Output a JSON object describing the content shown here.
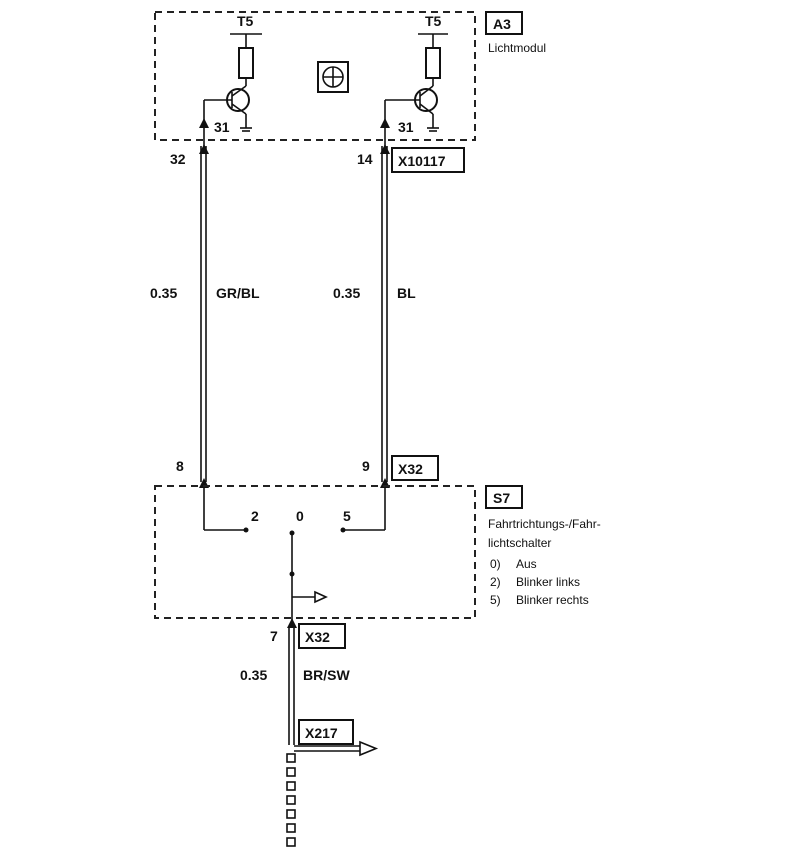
{
  "modules": {
    "a3": {
      "tag": "A3",
      "name": "Lichtmodul"
    },
    "s7": {
      "tag": "S7",
      "name_line1": "Fahrtrichtungs-/Fahr-",
      "name_line2": "lichtschalter",
      "positions": [
        {
          "num": "0)",
          "text": "Aus"
        },
        {
          "num": "2)",
          "text": "Blinker links"
        },
        {
          "num": "5)",
          "text": "Blinker rechts"
        }
      ]
    }
  },
  "connectors": {
    "x10117": "X10117",
    "x32_top": "X32",
    "x32_bottom": "X32",
    "x217": "X217"
  },
  "terminals": {
    "t15_left": "T5",
    "t15_right": "T5",
    "t31_left": "31",
    "t31_right": "31",
    "pin32": "32",
    "pin14": "14",
    "pin8": "8",
    "pin9": "9",
    "pin7": "7",
    "switch_2": "2",
    "switch_0": "0",
    "switch_5": "5"
  },
  "wires": {
    "left": {
      "gauge": "0.35",
      "color": "GR/BL"
    },
    "right": {
      "gauge": "0.35",
      "color": "BL"
    },
    "bottom": {
      "gauge": "0.35",
      "color": "BR/SW"
    }
  }
}
